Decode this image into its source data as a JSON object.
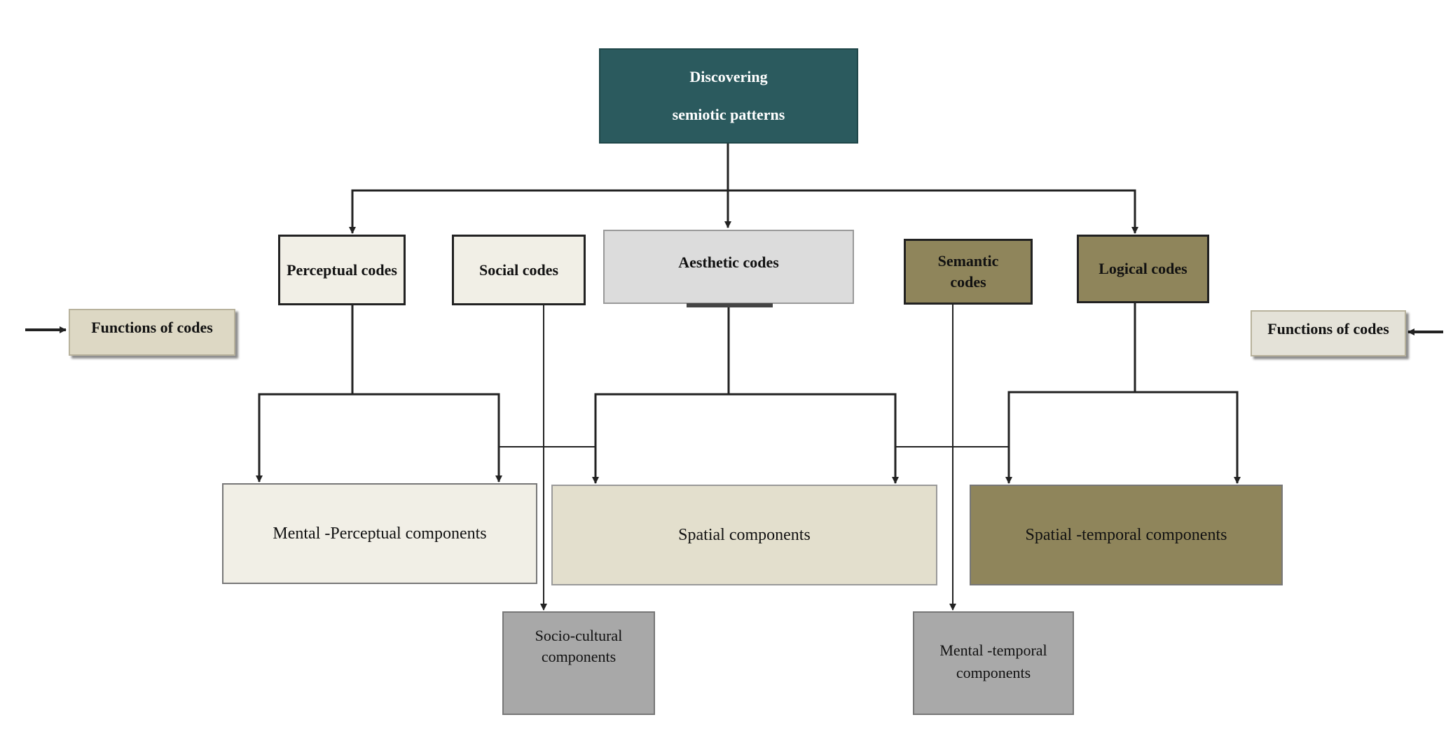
{
  "nodes": {
    "root": {
      "line1": "Discovering",
      "line2": "semiotic patterns"
    },
    "perceptual": "Perceptual codes",
    "social": "Social codes",
    "aesthetic": "Aesthetic codes",
    "semantic": {
      "line1": "Semantic",
      "line2": "codes"
    },
    "logical": "Logical codes",
    "functions_left": "Functions of codes",
    "functions_right": "Functions of codes",
    "mental_perceptual": "Mental -Perceptual components",
    "spatial": "Spatial components",
    "spatial_temporal": "Spatial -temporal components",
    "socio_cultural": {
      "line1": "Socio-cultural",
      "line2": "components"
    },
    "mental_temporal": {
      "line1": "Mental -temporal",
      "line2": "components"
    }
  },
  "colors": {
    "root_fill": "#2b5a5e",
    "olive_fill": "#8f855b",
    "light_fill": "#f1efe6",
    "gray_fill": "#a8a8a8",
    "connector": "#222222"
  }
}
